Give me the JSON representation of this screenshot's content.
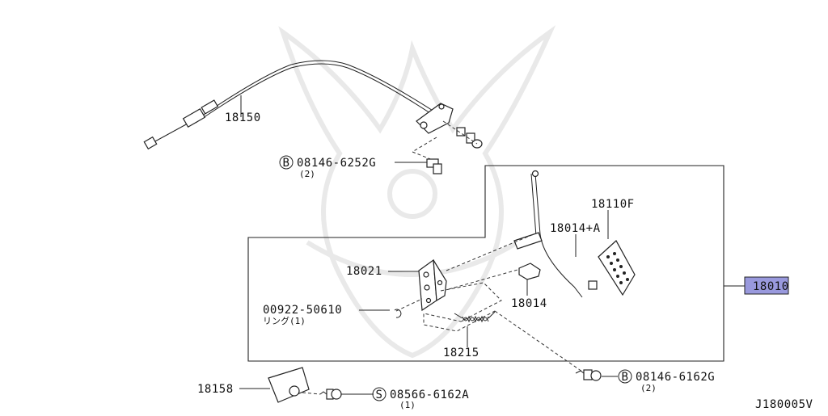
{
  "diagram": {
    "parts": {
      "cable": "18150",
      "cable_bolt": "08146-6252G",
      "cable_bolt_qty": "(2)",
      "pedal_assy": "18010",
      "pedal_pad": "18110F",
      "pedal_arm_a": "18014+A",
      "clip": "18014",
      "bracket": "18021",
      "ring": "00922-50610",
      "ring_note": "リング(1)",
      "spring": "18215",
      "pedal_bolt": "08146-6162G",
      "pedal_bolt_qty": "(2)",
      "stopper": "18158",
      "screw": "08566-6162A",
      "screw_qty": "(1)"
    },
    "badges": {
      "bolt_prefix": "B",
      "screw_prefix": "S"
    },
    "reference_code": "J180005V",
    "colors": {
      "highlight_fill": "#9999dd",
      "line": "#222222"
    }
  }
}
